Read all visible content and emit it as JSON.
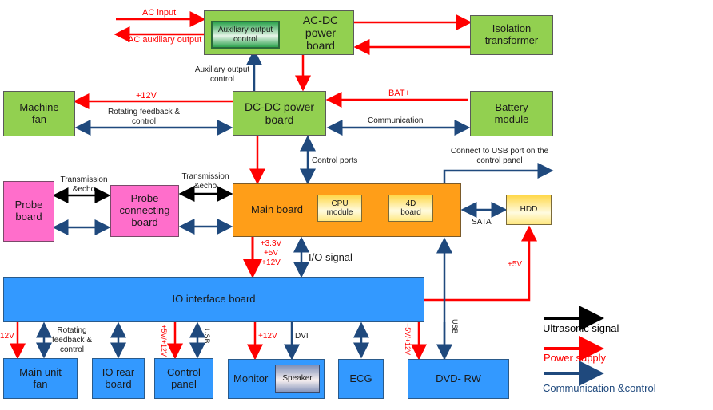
{
  "colors": {
    "power": "#ff0000",
    "comm": "#1f497d",
    "ultrasonic": "#000000",
    "green_board": "#92d050",
    "probe_board": "#ff6ecb",
    "main_board": "#ff9e18",
    "io_board": "#3399ff"
  },
  "blocks": {
    "ac_dc": "AC-DC power board",
    "aux_output_control": "Auxiliary output control",
    "isolation_transformer": "Isolation transformer",
    "machine_fan": "Machine fan",
    "dc_dc": "DC-DC power board",
    "battery_module": "Battery module",
    "probe_board": "Probe board",
    "probe_connecting_board": "Probe connecting board",
    "main_board": "Main board",
    "cpu_module": "CPU module",
    "board_4d": "4D board",
    "hdd": "HDD",
    "io_interface_board": "IO interface board",
    "main_unit_fan": "Main unit fan",
    "io_rear_board": "IO rear board",
    "control_panel": "Control panel",
    "monitor": "Monitor",
    "speaker": "Speaker",
    "ecg": "ECG",
    "dvd_rw": "DVD- RW"
  },
  "labels": {
    "ac_input": "AC input",
    "ac_aux_output": "AC auxiliary output",
    "aux_output_control": "Auxiliary output control",
    "fan_12v": "+12V",
    "rotating_feedback": "Rotating feedback & control",
    "bat_plus": "BAT+",
    "communication": "Communication",
    "control_ports": "Control ports",
    "usb_connect": "Connect to USB port on the control panel",
    "transmission_echo_1": "Transmission &echo",
    "transmission_echo_2": "Transmission &echo",
    "sata": "SATA",
    "main_power": "+3.3V +5V +12V",
    "io_signal": "I/O  signal",
    "hdd_5v": "+5V",
    "fan_bottom_12v": "12V",
    "rotating_feedback_bottom": "Rotating feedback & control",
    "cp_power": "+5V/+12V",
    "cp_usb": "USB",
    "monitor_12v": "+12V",
    "dvi": "DVI",
    "dvd_power": "+5V/+12V",
    "dvd_usb": "USB"
  },
  "legend": [
    {
      "label": "Ultrasonic signal",
      "type": "ultrasonic"
    },
    {
      "label": "Power supply",
      "type": "power"
    },
    {
      "label": "Communication &control",
      "type": "comm"
    }
  ]
}
